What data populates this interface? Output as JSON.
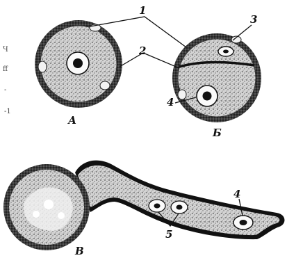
{
  "labels": {
    "one": "1",
    "two": "2",
    "three": "3",
    "four_top": "4",
    "four_bottom": "4",
    "five": "5",
    "fig_a": "А",
    "fig_b": "Б",
    "fig_v": "В"
  },
  "margin_marks": [
    "Ч",
    "ff",
    "-",
    "-1"
  ],
  "colors": {
    "ink": "#111111",
    "stipple": "#8a8a8a",
    "paper": "#ffffff"
  }
}
